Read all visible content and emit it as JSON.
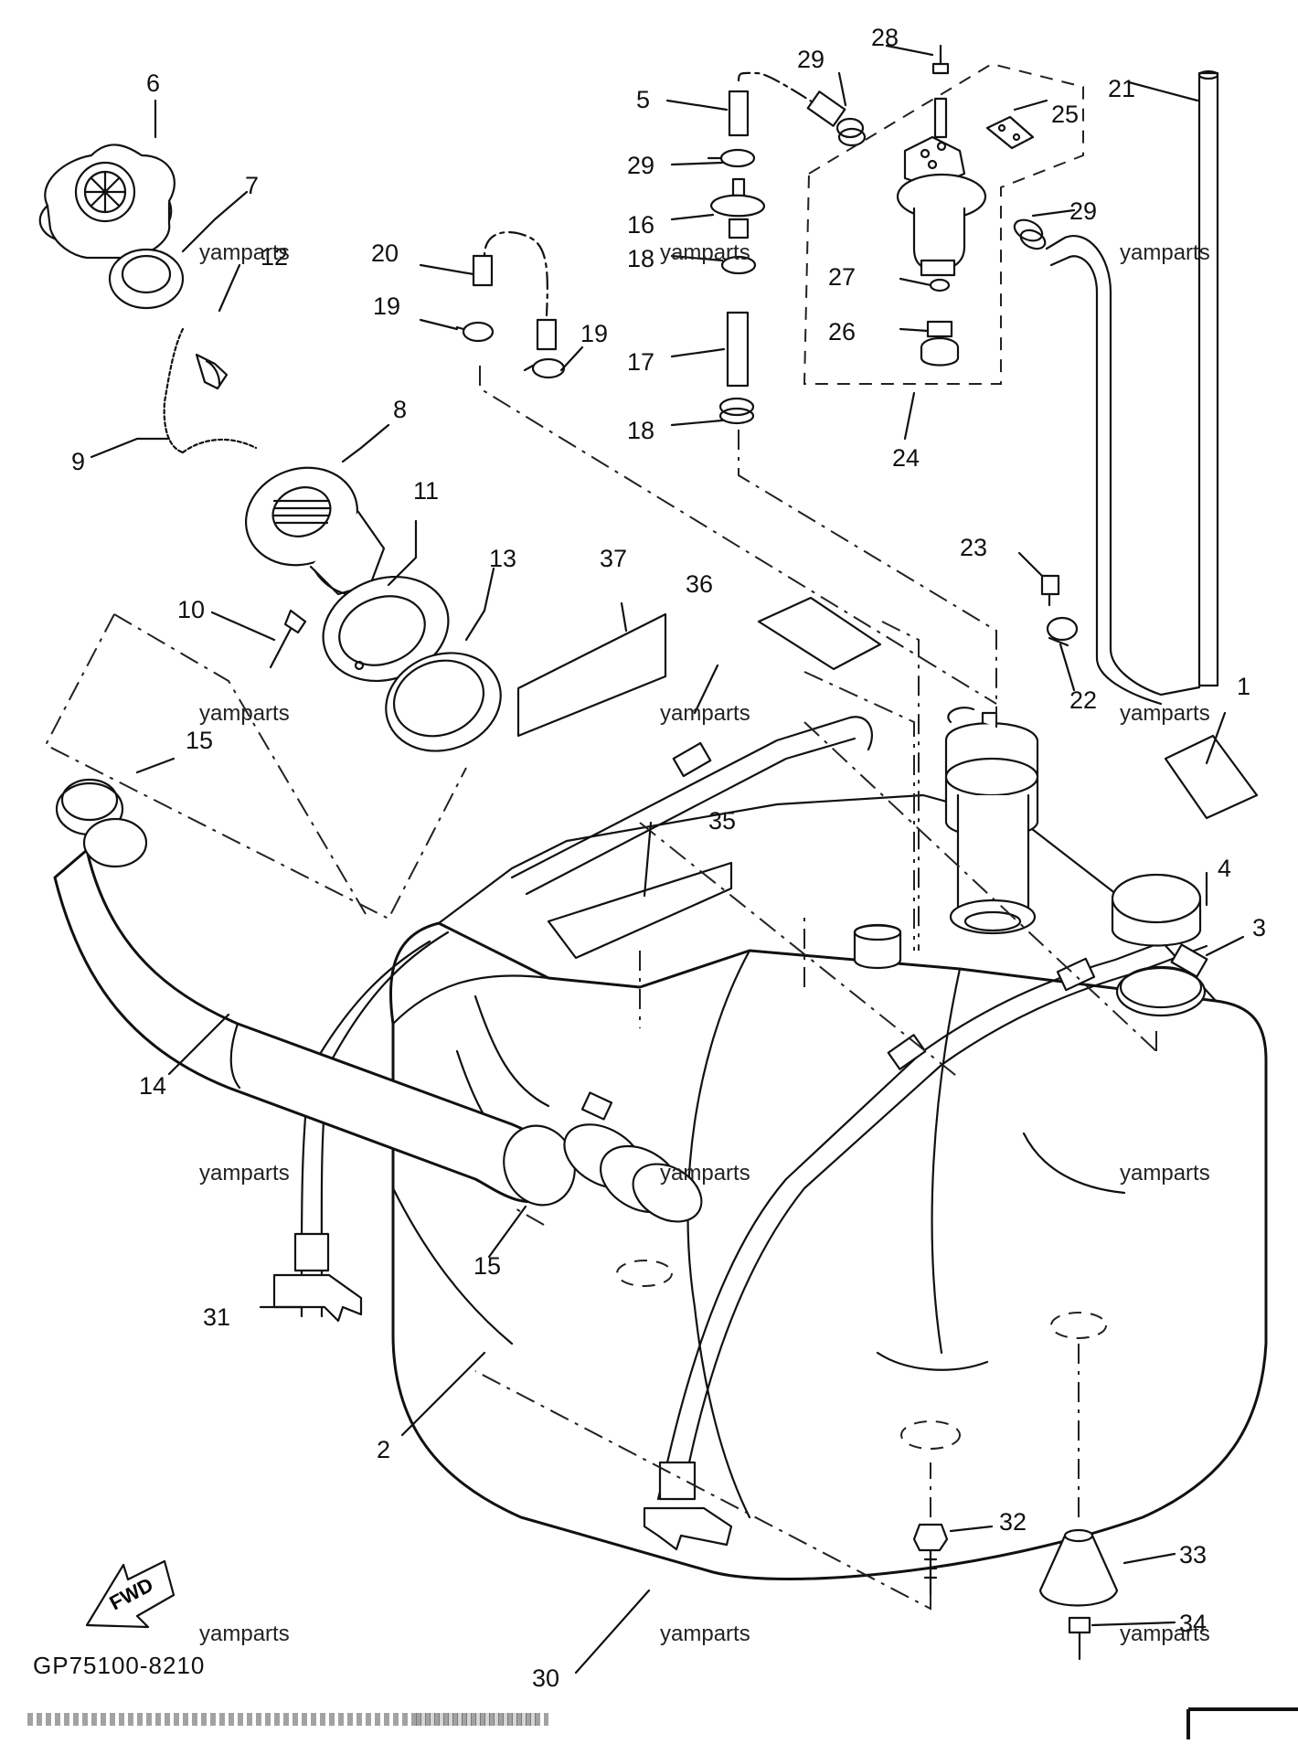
{
  "diagram": {
    "part_code": "GP75100-8210",
    "fwd_arrow_text": "FWD",
    "watermark": "yamparts",
    "callouts": [
      {
        "id": "c1",
        "text": "1"
      },
      {
        "id": "c2",
        "text": "2"
      },
      {
        "id": "c3",
        "text": "3"
      },
      {
        "id": "c4",
        "text": "4"
      },
      {
        "id": "c5",
        "text": "5"
      },
      {
        "id": "c6",
        "text": "6"
      },
      {
        "id": "c7",
        "text": "7"
      },
      {
        "id": "c8",
        "text": "8"
      },
      {
        "id": "c9",
        "text": "9"
      },
      {
        "id": "c10",
        "text": "10"
      },
      {
        "id": "c11",
        "text": "11"
      },
      {
        "id": "c12",
        "text": "12"
      },
      {
        "id": "c13",
        "text": "13"
      },
      {
        "id": "c14",
        "text": "14"
      },
      {
        "id": "c15a",
        "text": "15"
      },
      {
        "id": "c15b",
        "text": "15"
      },
      {
        "id": "c16",
        "text": "16"
      },
      {
        "id": "c17",
        "text": "17"
      },
      {
        "id": "c18a",
        "text": "18"
      },
      {
        "id": "c18b",
        "text": "18"
      },
      {
        "id": "c19a",
        "text": "19"
      },
      {
        "id": "c19b",
        "text": "19"
      },
      {
        "id": "c20",
        "text": "20"
      },
      {
        "id": "c21",
        "text": "21"
      },
      {
        "id": "c22",
        "text": "22"
      },
      {
        "id": "c23",
        "text": "23"
      },
      {
        "id": "c24",
        "text": "24"
      },
      {
        "id": "c25",
        "text": "25"
      },
      {
        "id": "c26",
        "text": "26"
      },
      {
        "id": "c27",
        "text": "27"
      },
      {
        "id": "c28",
        "text": "28"
      },
      {
        "id": "c29a",
        "text": "29"
      },
      {
        "id": "c29b",
        "text": "29"
      },
      {
        "id": "c29c",
        "text": "29"
      },
      {
        "id": "c30",
        "text": "30"
      },
      {
        "id": "c31",
        "text": "31"
      },
      {
        "id": "c32",
        "text": "32"
      },
      {
        "id": "c33",
        "text": "33"
      },
      {
        "id": "c34",
        "text": "34"
      },
      {
        "id": "c35",
        "text": "35"
      },
      {
        "id": "c36",
        "text": "36"
      },
      {
        "id": "c37",
        "text": "37"
      }
    ]
  }
}
